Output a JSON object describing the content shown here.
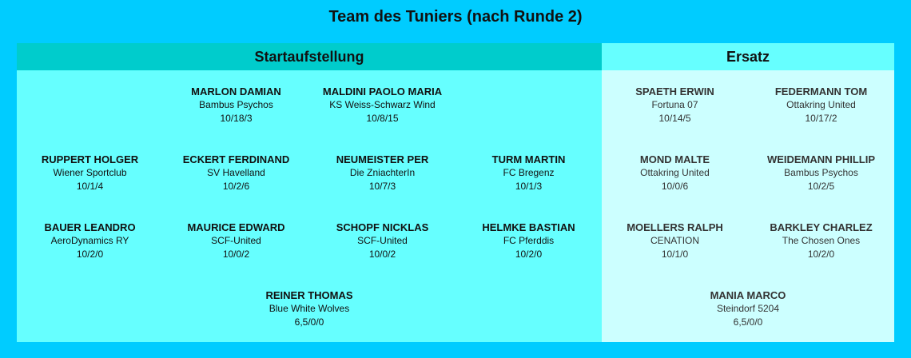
{
  "title": "Team des Tuniers (nach Runde 2)",
  "starting": {
    "label": "Startaufstellung",
    "players": [
      {
        "name": "MARLON DAMIAN",
        "club": "Bambus Psychos",
        "score": "10/18/3"
      },
      {
        "name": "MALDINI PAOLO MARIA",
        "club": "KS Weiss-Schwarz Wind",
        "score": "10/8/15"
      },
      {
        "name": "RUPPERT HOLGER",
        "club": "Wiener Sportclub",
        "score": "10/1/4"
      },
      {
        "name": "ECKERT FERDINAND",
        "club": "SV Havelland",
        "score": "10/2/6"
      },
      {
        "name": "NEUMEISTER PER",
        "club": "Die ZniachterIn",
        "score": "10/7/3"
      },
      {
        "name": "TURM MARTIN",
        "club": "FC Bregenz",
        "score": "10/1/3"
      },
      {
        "name": "BAUER LEANDRO",
        "club": "AeroDynamics RY",
        "score": "10/2/0"
      },
      {
        "name": "MAURICE EDWARD",
        "club": "SCF-United",
        "score": "10/0/2"
      },
      {
        "name": "SCHOPF NICKLAS",
        "club": "SCF-United",
        "score": "10/0/2"
      },
      {
        "name": "HELMKE BASTIAN",
        "club": "FC Pferddis",
        "score": "10/2/0"
      },
      {
        "name": "REINER THOMAS",
        "club": "Blue White Wolves",
        "score": "6,5/0/0"
      }
    ]
  },
  "subs": {
    "label": "Ersatz",
    "players": [
      {
        "name": "SPAETH ERWIN",
        "club": "Fortuna 07",
        "score": "10/14/5"
      },
      {
        "name": "FEDERMANN TOM",
        "club": "Ottakring United",
        "score": "10/17/2"
      },
      {
        "name": "MOND MALTE",
        "club": "Ottakring United",
        "score": "10/0/6"
      },
      {
        "name": "WEIDEMANN PHILLIP",
        "club": "Bambus Psychos",
        "score": "10/2/5"
      },
      {
        "name": "MOELLERS RALPH",
        "club": "CENATION",
        "score": "10/1/0"
      },
      {
        "name": "BARKLEY CHARLEZ",
        "club": "The Chosen Ones",
        "score": "10/2/0"
      },
      {
        "name": "MANIA MARCO",
        "club": "Steindorf 5204",
        "score": "6,5/0/0"
      }
    ]
  }
}
